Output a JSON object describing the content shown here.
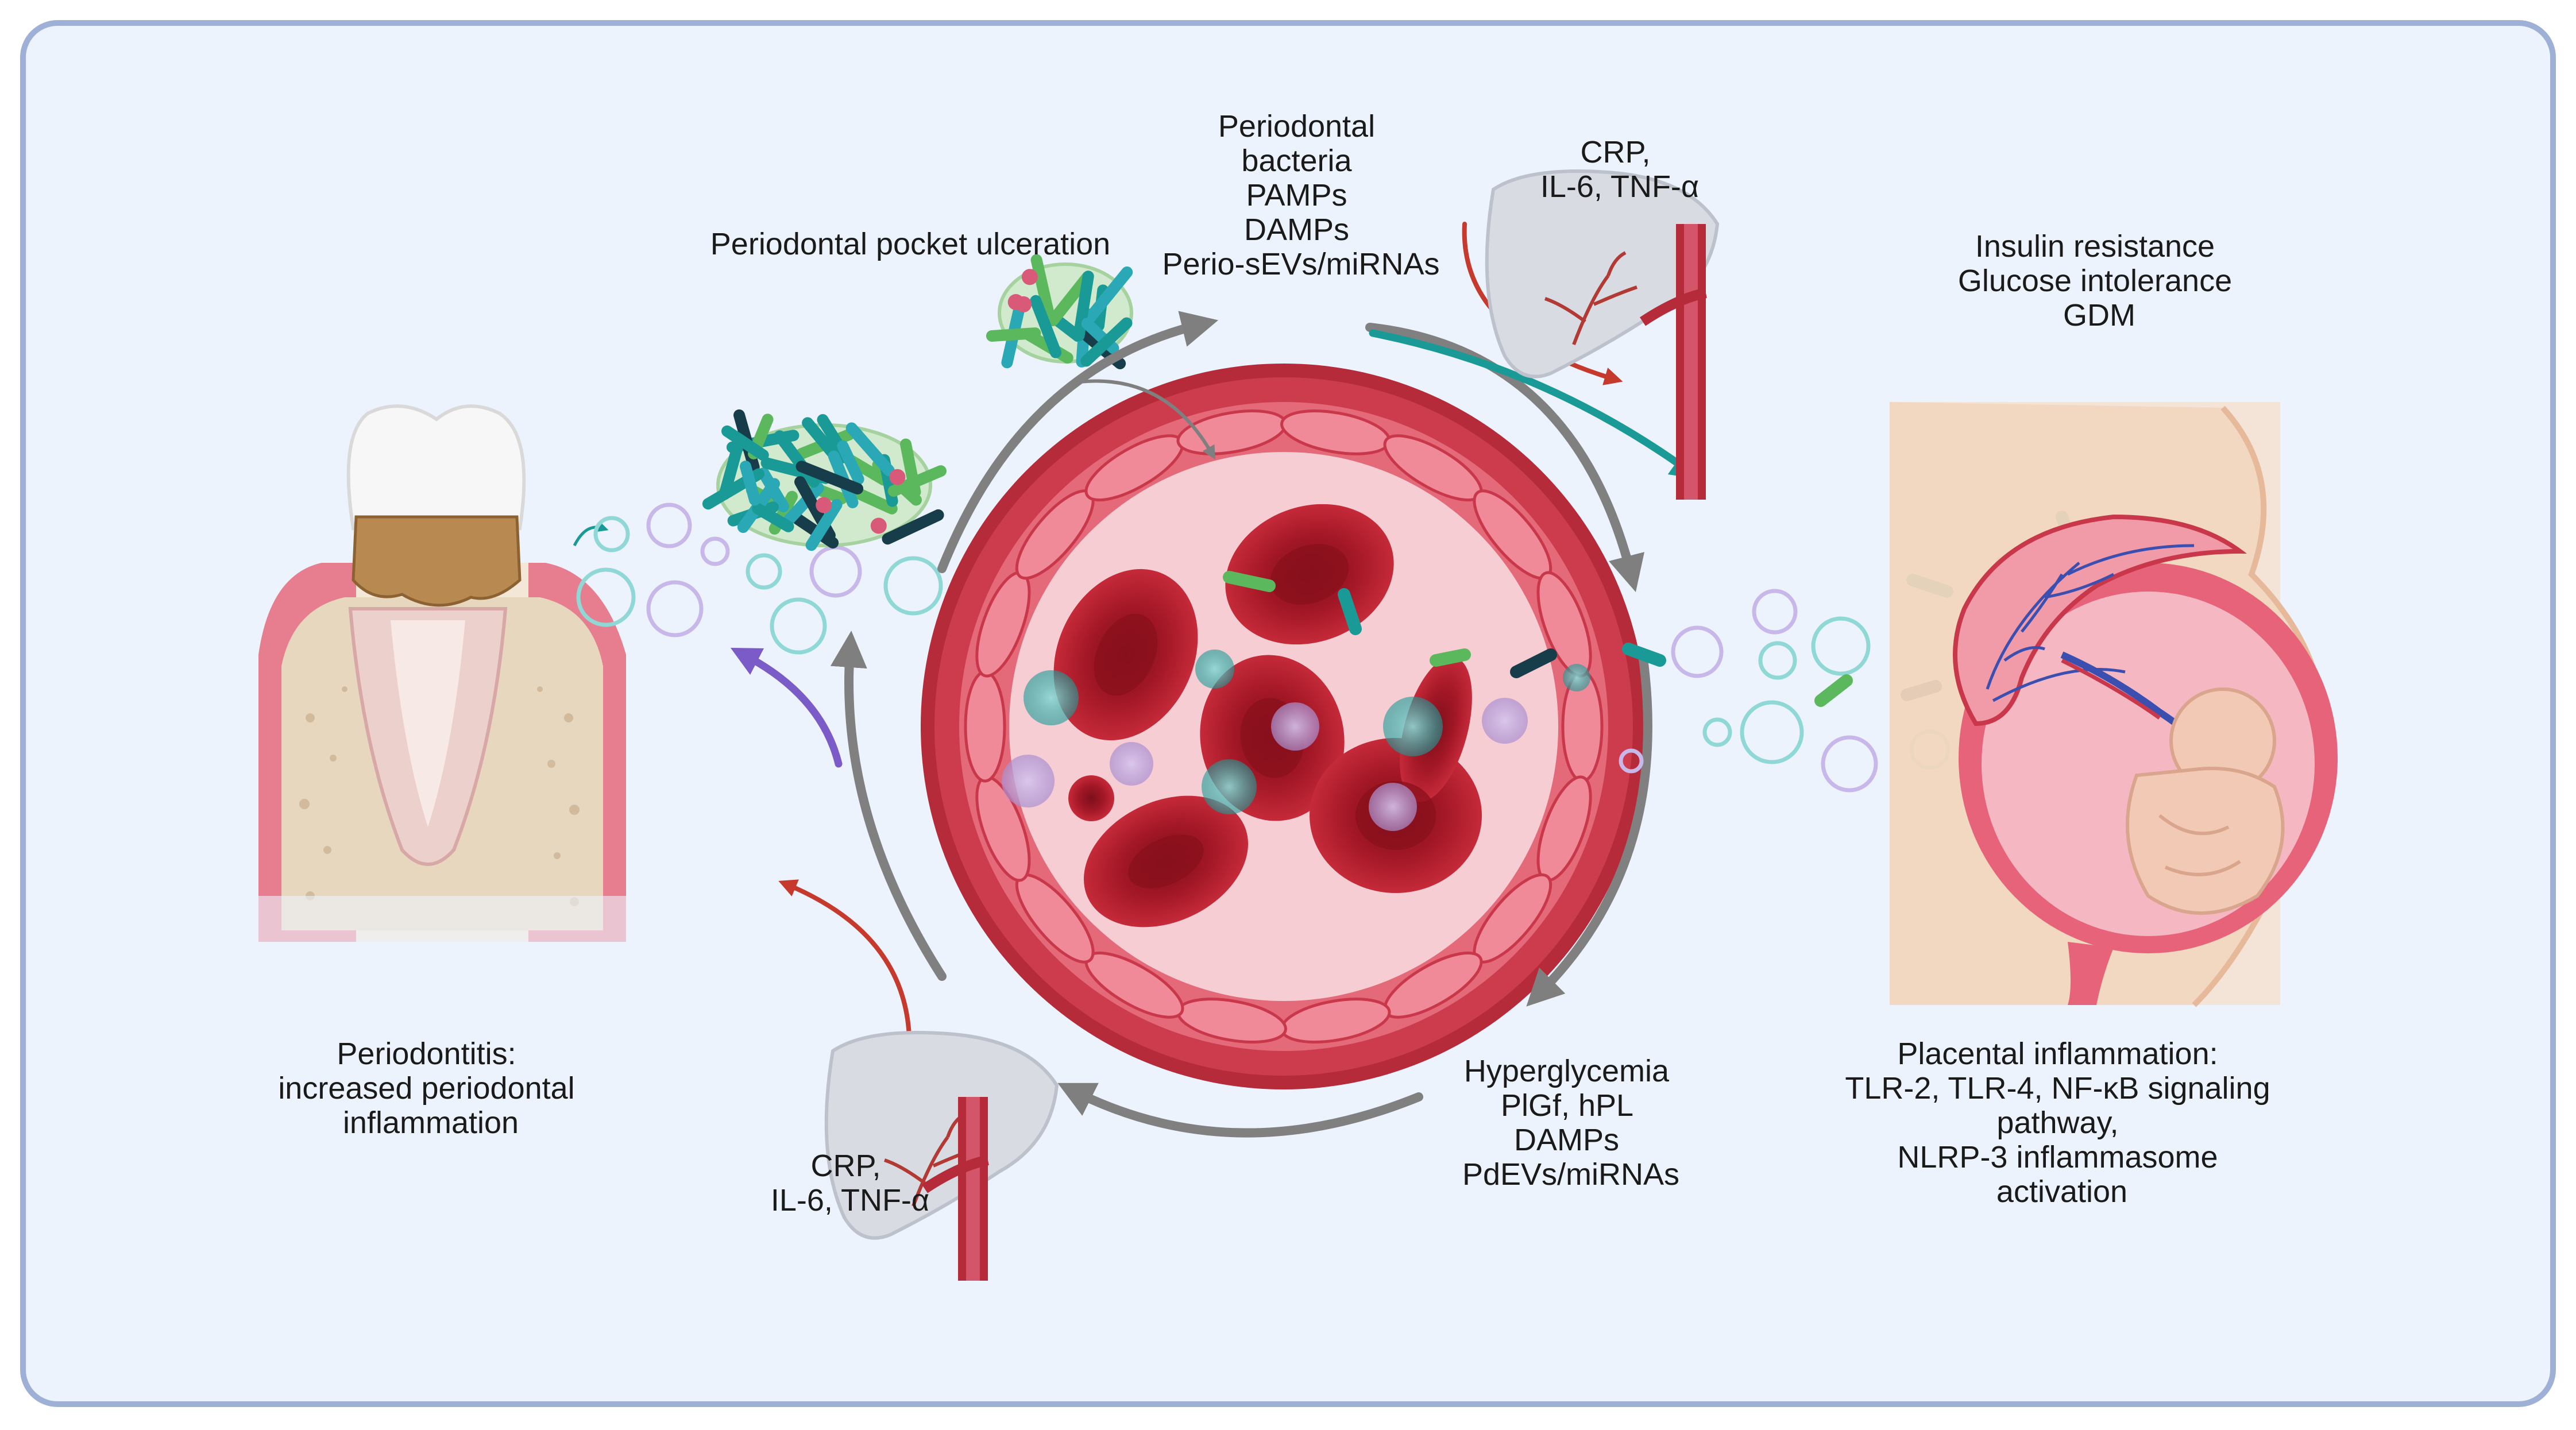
{
  "labels": {
    "pocket_ulceration": "Periodontal pocket ulceration",
    "perio_products": [
      "Periodontal",
      "bacteria",
      "PAMPs",
      "DAMPs",
      "Perio-sEVs/miRNAs"
    ],
    "liver_top_markers": [
      "CRP,",
      "IL-6, TNF-α"
    ],
    "metabolic_outcomes": [
      "Insulin resistance",
      "Glucose intolerance",
      "GDM"
    ],
    "periodontitis": [
      "Periodontitis:",
      "increased periodontal",
      "inflammation"
    ],
    "liver_bottom_markers": [
      "CRP,",
      "IL-6, TNF-α"
    ],
    "placental_products": [
      "Hyperglycemia",
      "PlGf, hPL",
      "DAMPs",
      "PdEVs/miRNAs"
    ],
    "placental_inflammation": [
      "Placental inflammation:",
      "TLR-2, TLR-4, NF-κB signaling",
      "pathway,",
      "NLRP-3 inflammasome",
      "activation"
    ]
  },
  "colors": {
    "background": "#edf3fc",
    "frame_border": "#9fb0d6",
    "vessel_red": "#c9374a",
    "vessel_lumen": "#f6cdd3",
    "rbc": "#b8202e",
    "teal": "#1a9a96",
    "green": "#5cb85c",
    "navy": "#173d4a",
    "lavender": "#a98fd0",
    "gray_arrow": "#7f7f7f",
    "red_arrow": "#c63a2d",
    "purple_arrow": "#7b5bc8",
    "gum_pink": "#e98fa0",
    "bone": "#e8dccb",
    "liver": "#d8dbe2",
    "skin": "#f5ddc8"
  },
  "icons": [
    "tooth-icon",
    "bacteria-cluster-icon",
    "liver-icon",
    "blood-vessel-icon",
    "pregnant-abdomen-icon",
    "fetus-icon",
    "placenta-icon",
    "vesicle-icon"
  ]
}
